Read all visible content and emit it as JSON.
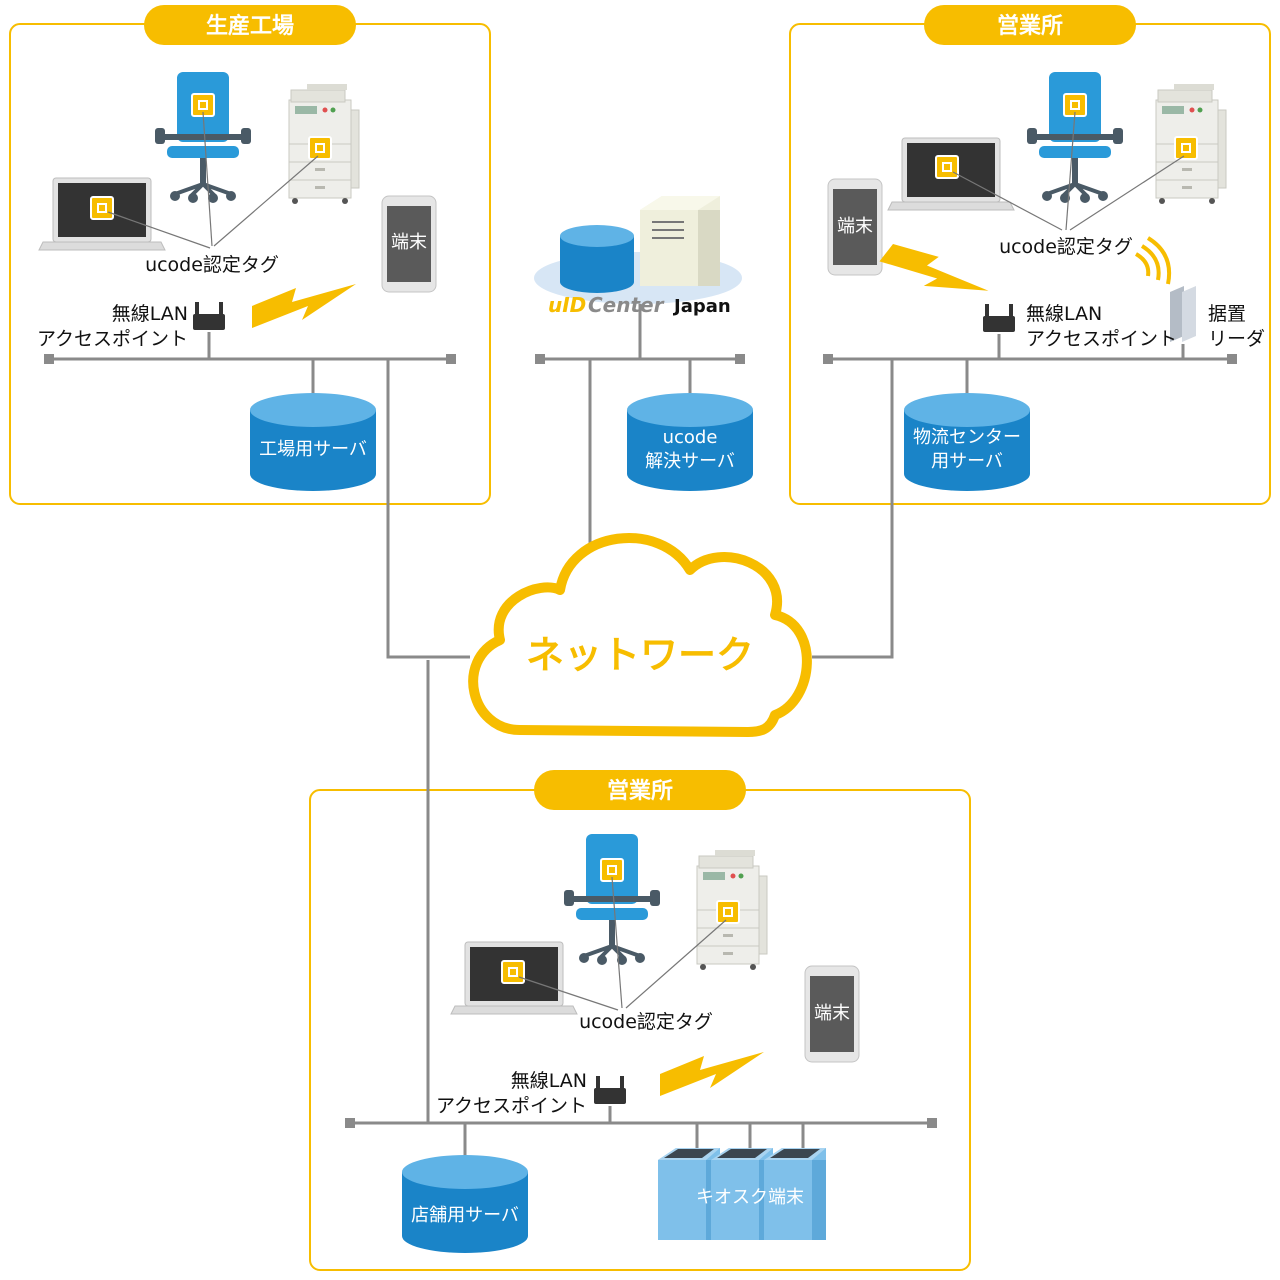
{
  "colors": {
    "accent_yellow": "#f7bd00",
    "cable_gray": "#8a8a8a",
    "server_blue": "#1a84c8",
    "server_top": "#5fb3e6",
    "chair_blue": "#2a9ad9",
    "kiosk_blue": "#7fc0ea"
  },
  "sites": {
    "factory": {
      "title": "生産工場",
      "tag_label": "ucode認定タグ",
      "terminal": "端末",
      "ap_line1": "無線LAN",
      "ap_line2": "アクセスポイント",
      "server": "工場用サーバ"
    },
    "office_top": {
      "title": "営業所",
      "tag_label": "ucode認定タグ",
      "terminal": "端末",
      "ap_line1": "無線LAN",
      "ap_line2": "アクセスポイント",
      "reader_line1": "据置",
      "reader_line2": "リーダ",
      "server_line1": "物流センター",
      "server_line2": "用サーバ"
    },
    "office_bottom": {
      "title": "営業所",
      "tag_label": "ucode認定タグ",
      "terminal": "端末",
      "ap_line1": "無線LAN",
      "ap_line2": "アクセスポイント",
      "server": "店舗用サーバ",
      "kiosk": "キオスク端末"
    }
  },
  "center": {
    "logo_uid": "uID",
    "logo_center": "Center",
    "logo_japan": "Japan",
    "server_line1": "ucode",
    "server_line2": "解決サーバ"
  },
  "network": {
    "label": "ネットワーク"
  },
  "icons": [
    "office-chair-icon",
    "printer-icon",
    "laptop-icon",
    "tablet-icon",
    "router-icon",
    "lightning-icon",
    "server-icon",
    "ucode-tag-icon",
    "reader-icon",
    "kiosk-icon",
    "cloud-icon"
  ]
}
